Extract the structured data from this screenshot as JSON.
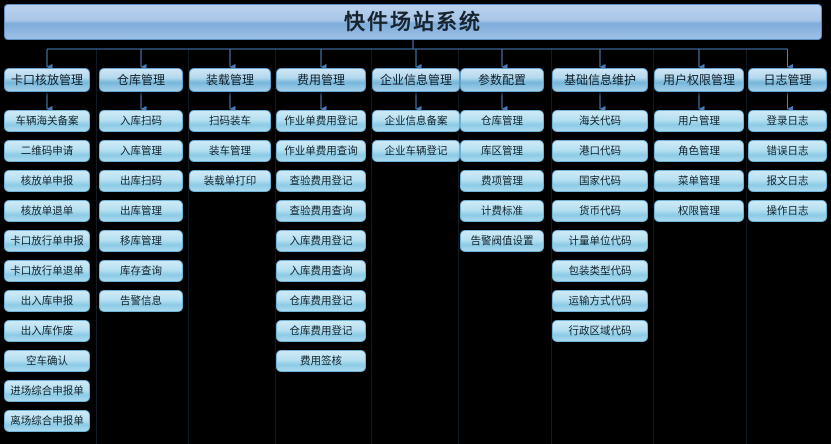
{
  "diagram": {
    "title": "快件场站系统",
    "type": "org-tree",
    "background": "#000000",
    "accent": "#4a7ebb",
    "columns": [
      {
        "id": "gate-release",
        "header": "卡口核放管理",
        "items": [
          "车辆海关备案",
          "二维码申请",
          "核放单申报",
          "核放单退单",
          "卡口放行单申报",
          "卡口放行单退单",
          "出入库申报",
          "出入库作废",
          "空车确认",
          "进场综合申报单",
          "离场综合申报单"
        ]
      },
      {
        "id": "warehouse",
        "header": "仓库管理",
        "items": [
          "入库扫码",
          "入库管理",
          "出库扫码",
          "出库管理",
          "移库管理",
          "库存查询",
          "告警信息"
        ]
      },
      {
        "id": "loading",
        "header": "装载管理",
        "items": [
          "扫码装车",
          "装车管理",
          "装载单打印"
        ]
      },
      {
        "id": "fee",
        "header": "费用管理",
        "items": [
          "作业单费用登记",
          "作业单费用查询",
          "查验费用登记",
          "查验费用查询",
          "入库费用登记",
          "入库费用查询",
          "仓库费用登记",
          "仓库费用登记",
          "费用签核"
        ]
      },
      {
        "id": "enterprise",
        "header": "企业信息管理",
        "items": [
          "企业信息备案",
          "企业车辆登记"
        ]
      },
      {
        "id": "params",
        "header": "参数配置",
        "items": [
          "仓库管理",
          "库区管理",
          "费项管理",
          "计费标准",
          "告警阀值设置"
        ]
      },
      {
        "id": "basic-info",
        "header": "基础信息维护",
        "items": [
          "海关代码",
          "港口代码",
          "国家代码",
          "货币代码",
          "计量单位代码",
          "包装类型代码",
          "运输方式代码",
          "行政区域代码"
        ]
      },
      {
        "id": "user-auth",
        "header": "用户权限管理",
        "items": [
          "用户管理",
          "角色管理",
          "菜单管理",
          "权限管理"
        ]
      },
      {
        "id": "log",
        "header": "日志管理",
        "items": [
          "登录日志",
          "错误日志",
          "报文日志",
          "操作日志"
        ]
      }
    ]
  }
}
